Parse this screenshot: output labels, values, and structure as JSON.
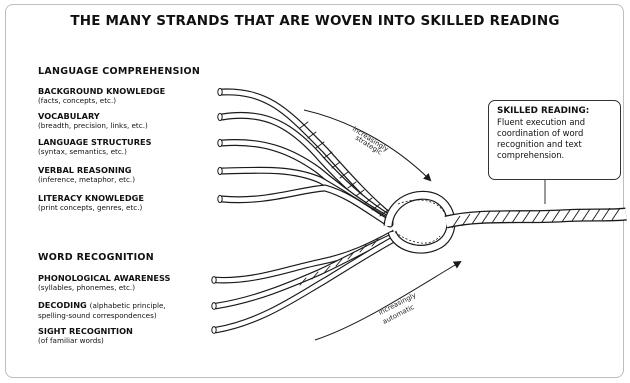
{
  "title": "THE MANY STRANDS THAT ARE WOVEN INTO SKILLED READING",
  "language_comprehension": {
    "heading": "LANGUAGE COMPREHENSION",
    "items": [
      {
        "label": "BACKGROUND KNOWLEDGE",
        "detail": "(facts, concepts, etc.)"
      },
      {
        "label": "VOCABULARY",
        "detail": "(breadth, precision, links, etc.)"
      },
      {
        "label": "LANGUAGE STRUCTURES",
        "detail": "(syntax, semantics, etc.)"
      },
      {
        "label": "VERBAL REASONING",
        "detail": "(inference, metaphor, etc.)"
      },
      {
        "label": "LITERACY KNOWLEDGE",
        "detail": "(print concepts, genres, etc.)"
      }
    ]
  },
  "word_recognition": {
    "heading": "WORD RECOGNITION",
    "items": [
      {
        "label": "PHONOLOGICAL AWARENESS",
        "detail": "(syllables, phonemes, etc.)"
      },
      {
        "label": "DECODING",
        "detail_inline": "(alphabetic principle,",
        "detail": "spelling-sound correspondences)"
      },
      {
        "label": "SIGHT RECOGNITION",
        "detail": "(of familiar words)"
      }
    ]
  },
  "arrows": {
    "top": [
      "increasingly",
      "strategic"
    ],
    "bottom": [
      "increasingly",
      "automatic"
    ]
  },
  "callout": {
    "heading": "SKILLED READING:",
    "body": "Fluent execution and coordination of word recognition and text comprehension."
  },
  "colors": {
    "ink": "#1a1a1a",
    "frame": "#bdbdbd",
    "rope_fill": "#ffffff"
  }
}
